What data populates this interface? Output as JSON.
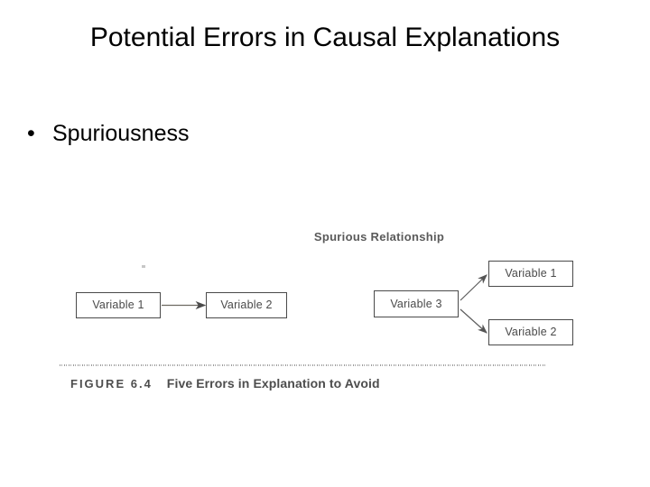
{
  "slide": {
    "title": "Potential Errors in Causal Explanations",
    "bullets": [
      {
        "marker": "•",
        "text": "Spuriousness"
      }
    ]
  },
  "figure": {
    "heading": "Spurious Relationship",
    "caption_label": "FIGURE 6.4",
    "caption_title": "Five Errors in Explanation to Avoid",
    "diagrams": [
      {
        "name": "causal-chain",
        "boxes": [
          {
            "id": "left-var1",
            "label": "Variable 1"
          },
          {
            "id": "left-var2",
            "label": "Variable 2"
          }
        ],
        "arrows": [
          {
            "from": "left-var1",
            "to": "left-var2"
          }
        ]
      },
      {
        "name": "common-cause",
        "boxes": [
          {
            "id": "right-var3",
            "label": "Variable 3"
          },
          {
            "id": "right-var1",
            "label": "Variable 1"
          },
          {
            "id": "right-var2",
            "label": "Variable 2"
          }
        ],
        "arrows": [
          {
            "from": "right-var3",
            "to": "right-var1"
          },
          {
            "from": "right-var3",
            "to": "right-var2"
          }
        ]
      }
    ]
  },
  "colors": {
    "background": "#ffffff",
    "title_text": "#000000",
    "body_text": "#000000",
    "scan_ink": "#4a4a4a",
    "scan_heading": "#5a5a5a",
    "scan_rule": "#8a8a8a"
  }
}
